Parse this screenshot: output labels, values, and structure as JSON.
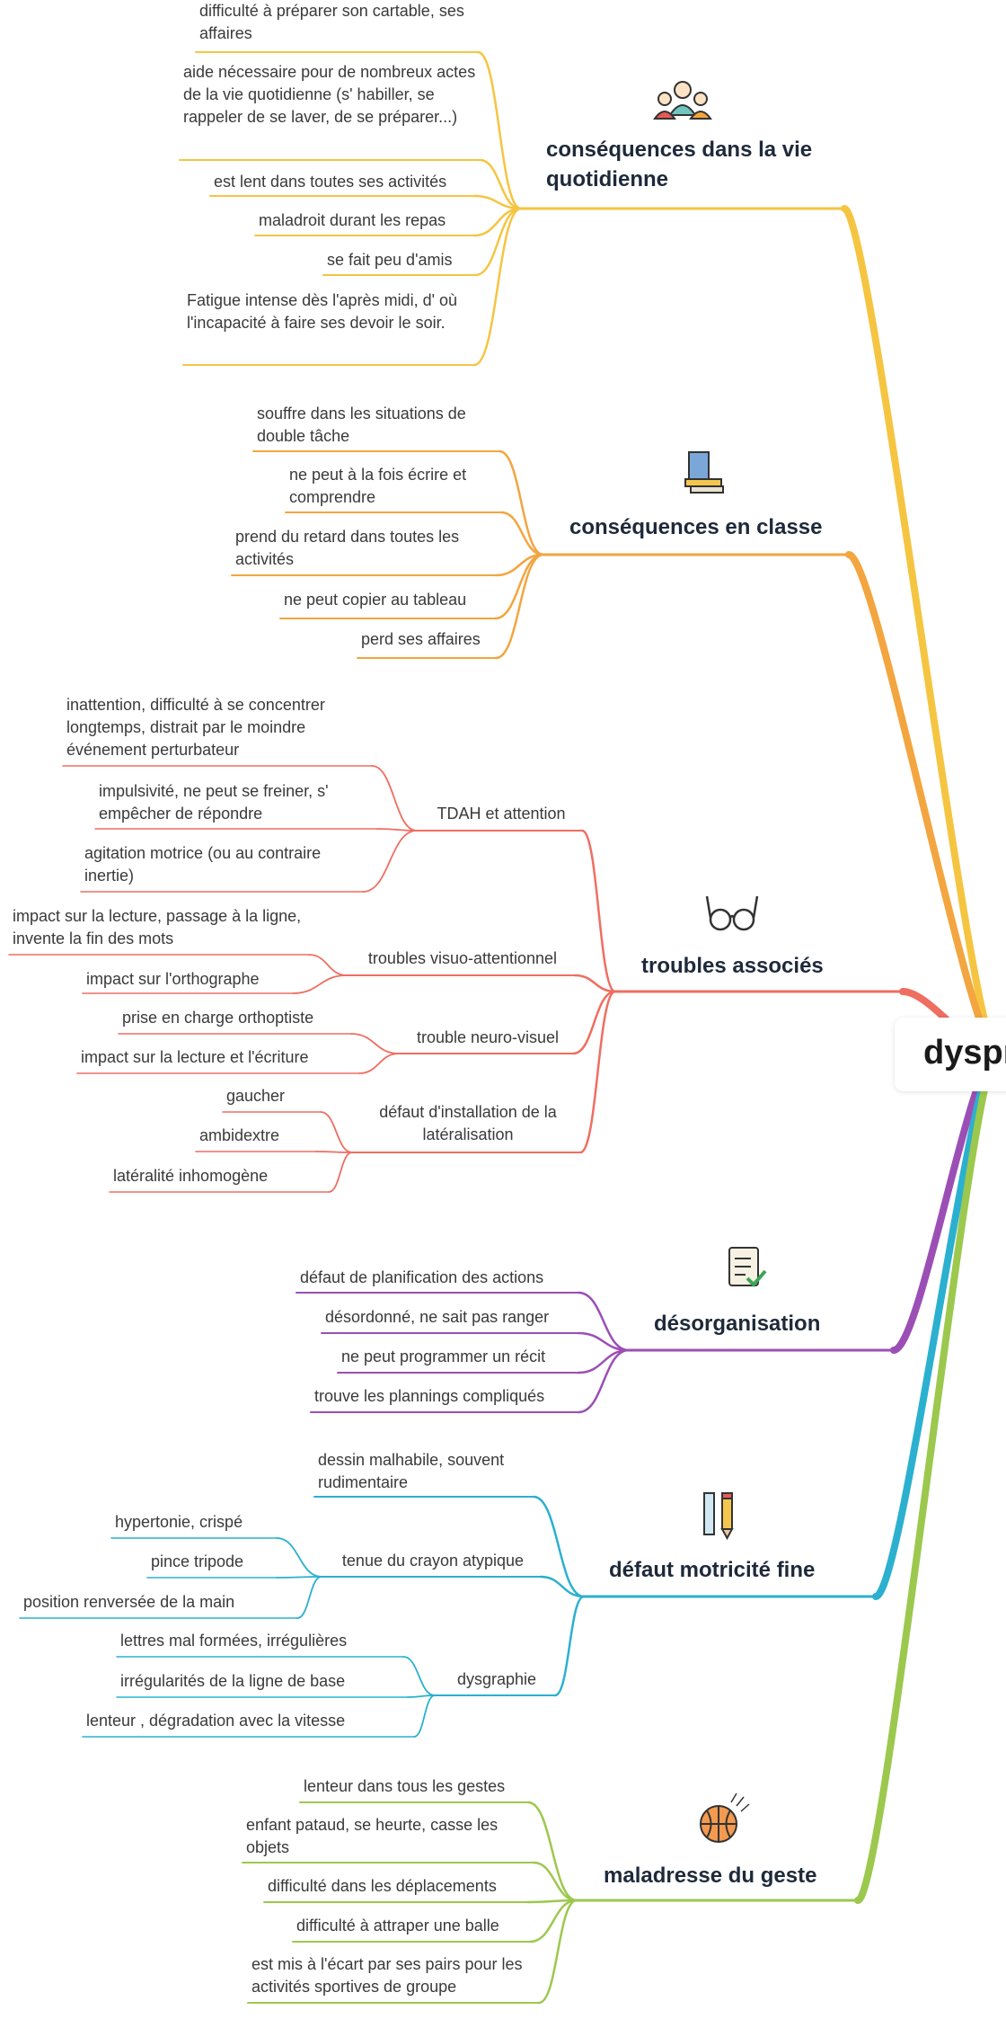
{
  "center": {
    "title": "dyspr"
  },
  "branches": [
    {
      "title": "conséquences dans la vie quotidienne",
      "color": "#f5c542",
      "icon": "family-icon",
      "children": [
        "difficulté à préparer son cartable, ses affaires",
        "aide nécessaire pour de nombreux actes de la vie quotidienne (s' habiller, se rappeler de se laver, de se préparer...)",
        "est lent dans toutes ses activités",
        "maladroit durant les repas",
        "se fait peu d'amis",
        "Fatigue intense dès l'après midi, d' où l'incapacité à faire ses devoir le soir."
      ]
    },
    {
      "title": "conséquences en classe",
      "color": "#f3a53f",
      "icon": "books-icon",
      "children": [
        "souffre dans les situations de double tâche",
        "ne peut à la fois écrire et comprendre",
        "prend du retard dans toutes les activités",
        "ne peut copier au tableau",
        "perd ses affaires"
      ]
    },
    {
      "title": "troubles associés",
      "color": "#ef6e62",
      "icon": "glasses-icon",
      "children": [
        {
          "title": "TDAH et attention",
          "children": [
            "inattention, difficulté à se concentrer longtemps, distrait par le moindre événement perturbateur",
            "impulsivité, ne peut se freiner, s' empêcher de répondre",
            "agitation motrice (ou au contraire inertie)"
          ]
        },
        {
          "title": "troubles visuo-attentionnel",
          "children": [
            "impact sur la lecture, passage à la ligne, invente la fin des mots",
            "impact sur l'orthographe"
          ]
        },
        {
          "title": "trouble neuro-visuel",
          "children": [
            "prise en charge orthoptiste",
            "impact sur la lecture et l'écriture"
          ]
        },
        {
          "title": "défaut d'installation de la latéralisation",
          "children": [
            "gaucher",
            "ambidextre",
            "latéralité inhomogène"
          ]
        }
      ]
    },
    {
      "title": "désorganisation",
      "color": "#9b4fb5",
      "icon": "checklist-icon",
      "children": [
        "défaut de planification des actions",
        "désordonné, ne sait pas ranger",
        "ne peut programmer un récit",
        "trouve les plannings compliqués"
      ]
    },
    {
      "title": "défaut motricité fine",
      "color": "#2bb0d0",
      "icon": "pencil-ruler-icon",
      "children": [
        "dessin malhabile, souvent rudimentaire",
        {
          "title": "tenue du crayon atypique",
          "children": [
            "hypertonie, crispé",
            "pince tripode",
            "position renversée de la main"
          ]
        },
        {
          "title": "dysgraphie",
          "children": [
            "lettres mal formées, irrégulières",
            "irrégularités de la ligne de base",
            "lenteur , dégradation avec la vitesse"
          ]
        }
      ]
    },
    {
      "title": "maladresse du geste",
      "color": "#9cc84e",
      "icon": "basketball-icon",
      "children": [
        "lenteur dans tous les gestes",
        "enfant pataud, se heurte, casse les objets",
        "difficulté dans les déplacements",
        "difficulté à attraper une balle",
        "est mis à l'écart par ses pairs pour les activités sportives de groupe"
      ]
    }
  ]
}
